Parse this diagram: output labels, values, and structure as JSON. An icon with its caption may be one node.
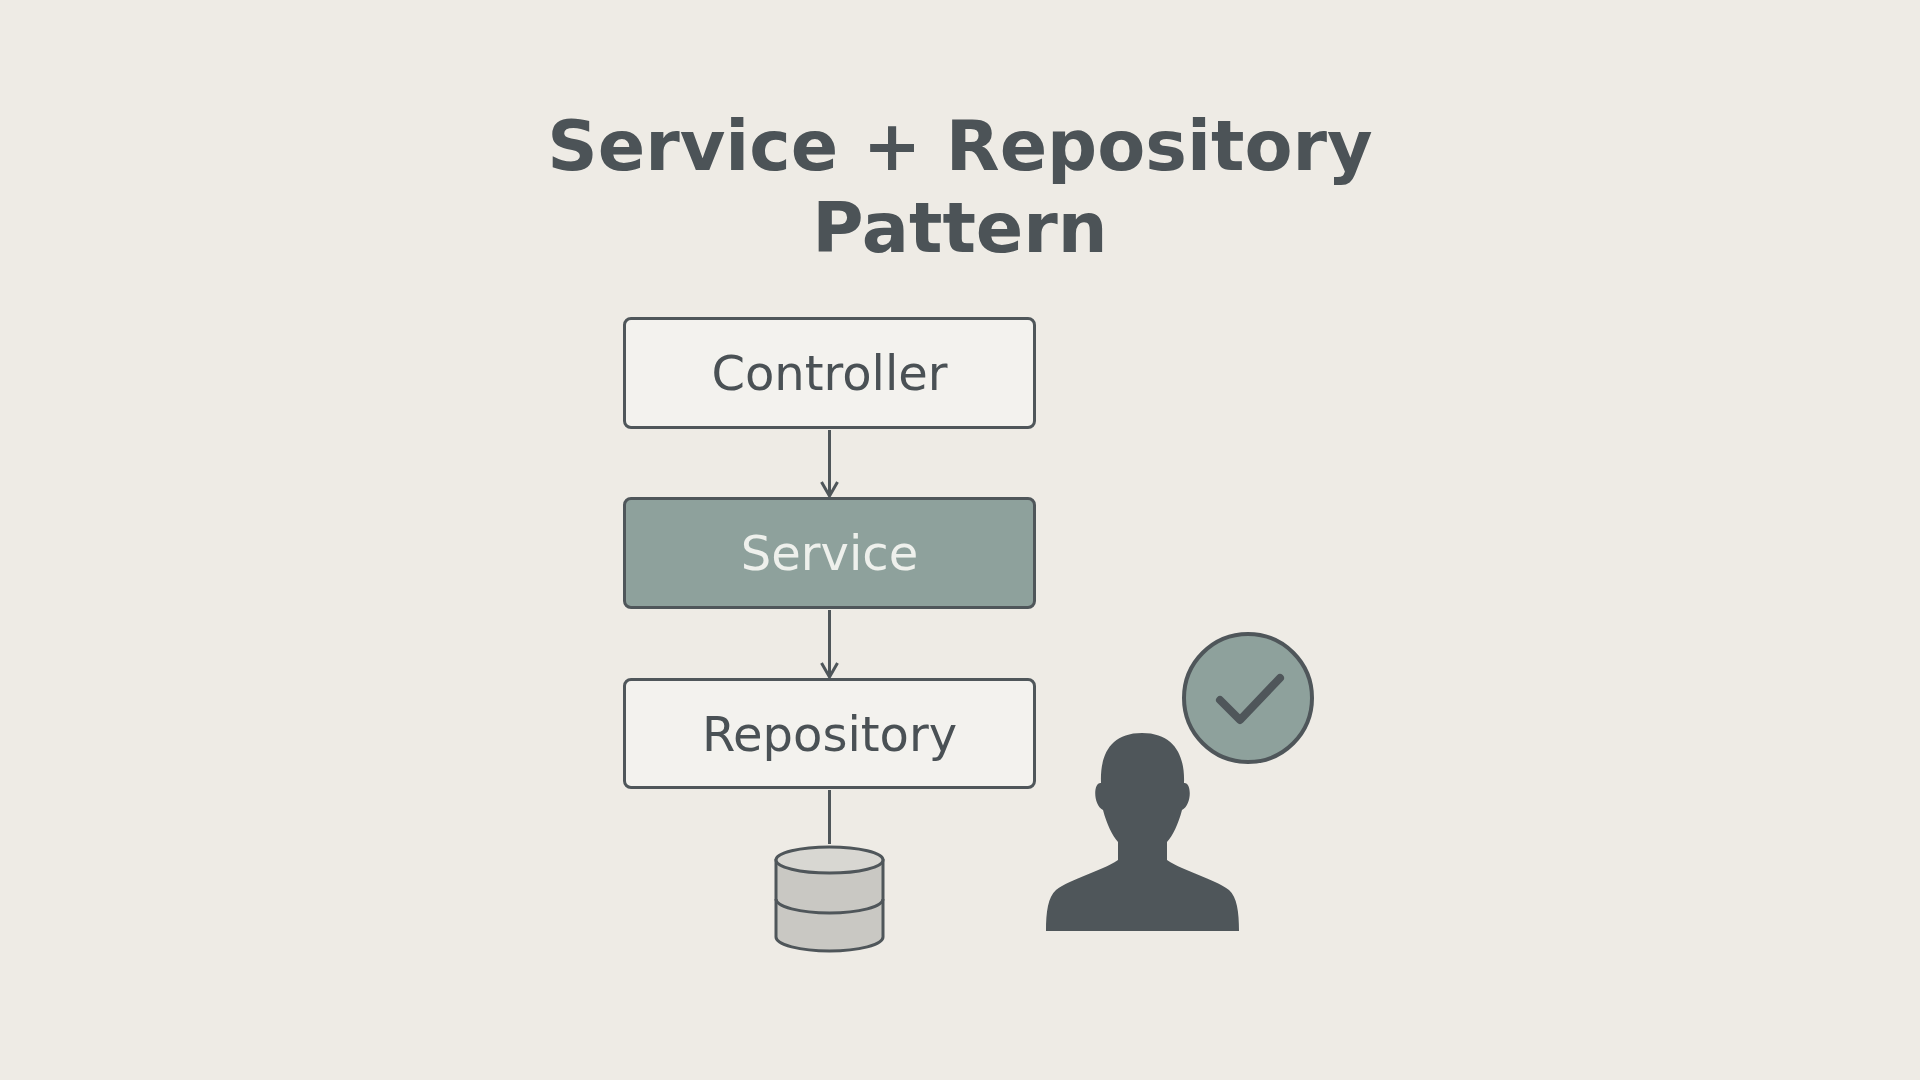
{
  "diagram": {
    "title": "Service + Repository Pattern",
    "nodes": [
      {
        "text": [
          "Controller"
        ]
      },
      {
        "text": [
          "Service"
        ]
      },
      {
        "text": [
          "Repository"
        ]
      },
      {
        "text": [],
        "shape": "cylinder"
      }
    ],
    "edges": [
      {
        "from": 0,
        "to": 1,
        "arrow": "to"
      },
      {
        "from": 1,
        "to": 2,
        "arrow": "to"
      },
      {
        "from": 2,
        "to": 3,
        "arrow": "none"
      }
    ]
  }
}
